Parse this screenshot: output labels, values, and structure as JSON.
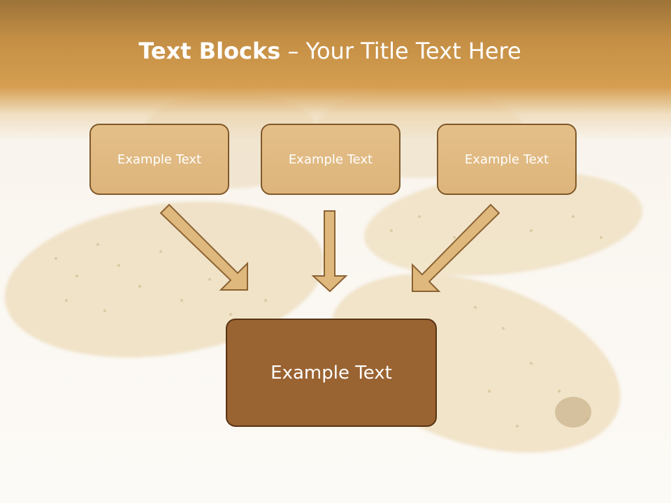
{
  "title": {
    "bold": "Text Blocks",
    "separator": " – ",
    "rest": "Your Title Text Here"
  },
  "boxes": {
    "left": "Example Text",
    "middle": "Example Text",
    "right": "Example Text",
    "main": "Example Text"
  },
  "colors": {
    "header": "#d59e50",
    "small_box_fill": "#e4bf88",
    "small_box_border": "#80592a",
    "main_box_fill": "#9a6332",
    "arrow_fill": "#dfb87e",
    "arrow_stroke": "#8b6232"
  }
}
